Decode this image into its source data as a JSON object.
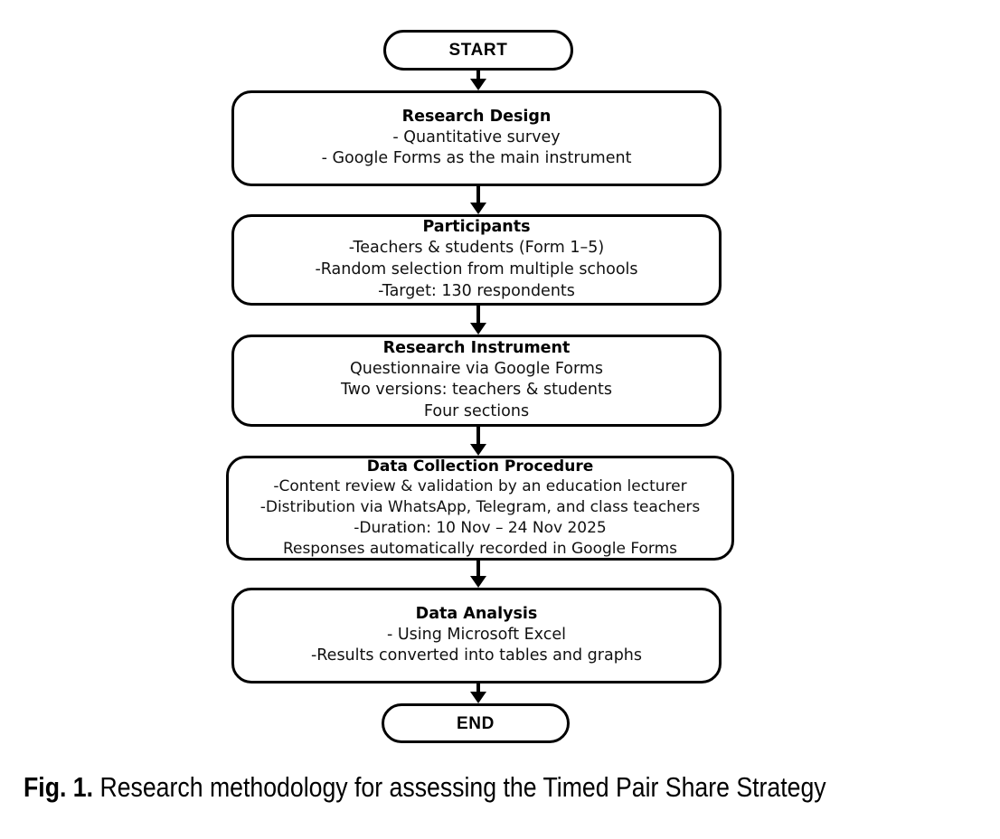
{
  "figure": {
    "caption_label": "Fig. 1.",
    "caption_text": " Research methodology for assessing the Timed Pair Share Strategy"
  },
  "flowchart": {
    "start": {
      "label": "START"
    },
    "end": {
      "label": "END"
    },
    "steps": [
      {
        "title": "Research Design",
        "lines": [
          "- Quantitative survey",
          "- Google Forms as the main instrument"
        ]
      },
      {
        "title": "Participants",
        "lines": [
          "-Teachers & students (Form 1–5)",
          "-Random selection from multiple schools",
          "-Target: 130 respondents"
        ]
      },
      {
        "title": "Research Instrument",
        "lines": [
          "Questionnaire via Google Forms",
          "Two versions: teachers & students",
          "Four sections"
        ]
      },
      {
        "title": "Data Collection Procedure",
        "lines": [
          "-Content review & validation by an education lecturer",
          "-Distribution via WhatsApp, Telegram, and class teachers",
          "-Duration: 10 Nov – 24 Nov 2025",
          "Responses automatically recorded in Google Forms"
        ]
      },
      {
        "title": "Data Analysis",
        "lines": [
          "- Using Microsoft Excel",
          "-Results converted into tables and graphs"
        ]
      }
    ],
    "colors": {
      "stroke": "#000000",
      "fill": "#ffffff",
      "text": "#000000"
    }
  }
}
